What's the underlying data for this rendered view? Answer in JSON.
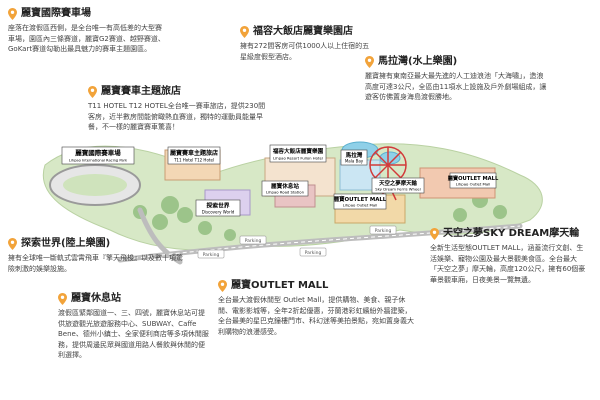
{
  "colors": {
    "pin": "#f2a33a",
    "sea": "#dff1f7",
    "land": "#cfe3bc",
    "road": "#b8b8b8",
    "label_bg": "#ffffff",
    "label_text": "#222222"
  },
  "icons": {
    "location": "location-pin-icon"
  },
  "cards": {
    "racing_park": {
      "title": "麗寶國際賽車場",
      "desc": "座落在渡假區西側，是全台唯一有高低差的大型賽車場，園區內三條賽道，麗寶G2賽道、越野賽道、GoKart賽道勾勒出最具魅力的賽車主題園區。"
    },
    "fullon_hotel": {
      "title": "福容大飯店麗寶樂園店",
      "desc": "擁有272間客房可供1000人以上住宿的五星級度假型酒店。"
    },
    "water_park": {
      "title": "馬拉灣(水上樂園)",
      "desc": "麗寶擁有東南亞最大最先進的人工迪浪池「大海嘯」，造浪高度可達3公尺，全區由11項水上設施及戶外劇場組成，讓遊客仿佛置身海島渡假勝地。"
    },
    "t11_hotel": {
      "title": "麗寶賽車主題旅店",
      "desc": "T11 HOTEL T12 HOTEL全台唯一賽車旅店，提供230間客房，近半數房間能俯瞰熱血賽道，獨特的運動員能量早餐，不一樣的麗寶賽車驚喜！"
    },
    "discovery_world": {
      "title": "探索世界(陸上樂園)",
      "desc": "擁有全球唯一斷軌式雲霄飛車『擎天飛梭』以及數十項驚險刺激的娛樂設施。"
    },
    "sky_dream": {
      "title": "天空之夢SKY DREAM摩天輪",
      "desc": "全新生活型態OUTLET MALL，涵蓋流行文創、生活娛樂、寵物公園及最大景觀美食區。全台最大「天空之夢」摩天輪，高度120公尺，擁有60個豪華景觀車廂，日夜美景一覽無遺。"
    },
    "rest_station": {
      "title": "麗寶休息站",
      "desc": "渡假區緊鄰國道一、三、四號，麗寶休息站可提供旅遊觀光旅遊服務中心、SUBWAY、Caffe Bene、德州小鎮士、全家便利商店等多項休閒服務，提供周邊民眾與國道用路人餐飲與休閒的便利選擇。"
    },
    "outlet_mall": {
      "title": "麗寶OUTLET MALL",
      "desc": "全台最大渡假休閒型 Outlet Mall，提供購物、美食、親子休閒、電影影城等，全年2折起優惠，芬蘭港彩虹繽紛外牆建築，全台最美的星巴克鐘樓門市、科幻迷等美拍景點，宛如置身義大利購物的浪漫感受。"
    }
  },
  "map_labels": {
    "racing_park": {
      "zh": "麗寶國際賽車場",
      "en": "Lihpao International Racing Park"
    },
    "t11_hotel": {
      "zh": "麗寶賽車主題旅店",
      "en": "T11 Hotel   T12 Hotel"
    },
    "fullon_hotel": {
      "zh": "福容大飯店麗寶樂園",
      "en": "Lihpao Resort Fullon Hotel"
    },
    "mala_bay": {
      "zh": "馬拉灣",
      "en": "Mala Bay"
    },
    "road_station": {
      "zh": "麗寶休息站",
      "en": "Lihpao Road Station"
    },
    "discovery_world": {
      "zh": "探索世界",
      "en": "Discovery World"
    },
    "ferris_wheel": {
      "zh": "天空之夢摩天輪",
      "en": "Sky Dream Ferris Wheel"
    },
    "outlet_mall_top": {
      "zh": "麗寶OUTLET MALL",
      "en": "Lihpao Outlet Mall"
    },
    "outlet_mall_bottom": {
      "zh": "麗寶OUTLET MALL",
      "en": "Lihpao Outlet Mall"
    },
    "parking_1": "Parking",
    "parking_2": "Parking",
    "parking_3": "Parking",
    "parking_4": "Parking"
  }
}
